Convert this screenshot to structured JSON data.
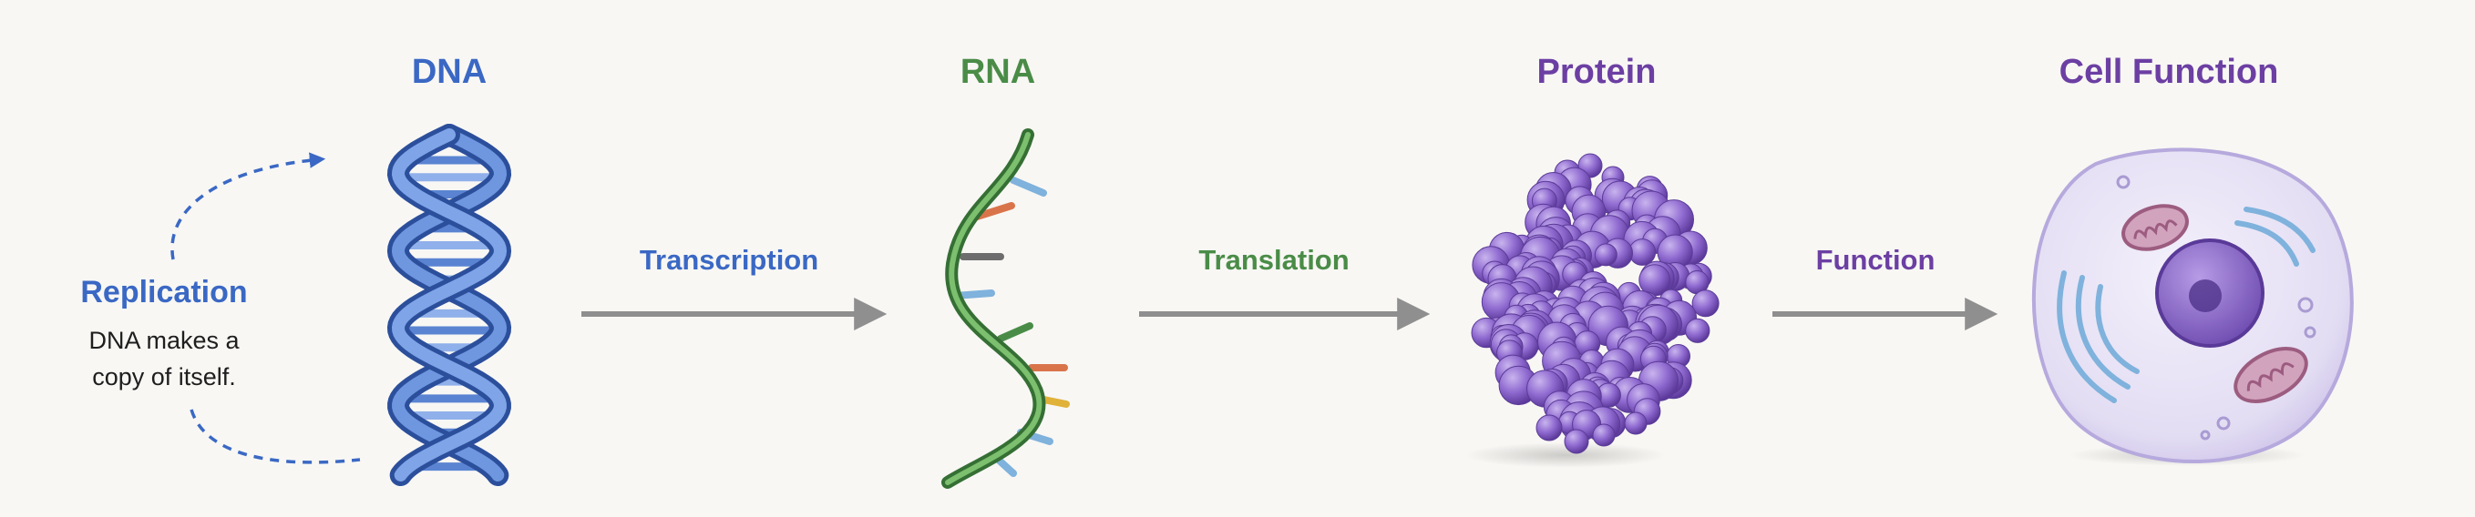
{
  "colors": {
    "dna": "#3a68c4",
    "rna": "#4a8c47",
    "protein": "#6c3fa3",
    "arrow": "#8f8f8f",
    "background": "#f8f7f4"
  },
  "stages": [
    {
      "title": "DNA",
      "color": "#3a68c4"
    },
    {
      "title": "RNA",
      "color": "#4a8c47"
    },
    {
      "title": "Protein",
      "color": "#6c3fa3"
    },
    {
      "title": "Cell Function",
      "color": "#6c3fa3"
    }
  ],
  "steps": [
    {
      "label": "Transcription",
      "color": "#3a68c4"
    },
    {
      "label": "Translation",
      "color": "#4a8c47"
    },
    {
      "label": "Function",
      "color": "#6c3fa3"
    }
  ],
  "replication": {
    "label": "Replication",
    "description": "DNA makes a copy of itself.",
    "color": "#3a68c4"
  },
  "icons": [
    "dna-helix-icon",
    "rna-strand-icon",
    "protein-molecule-icon",
    "cell-icon"
  ]
}
